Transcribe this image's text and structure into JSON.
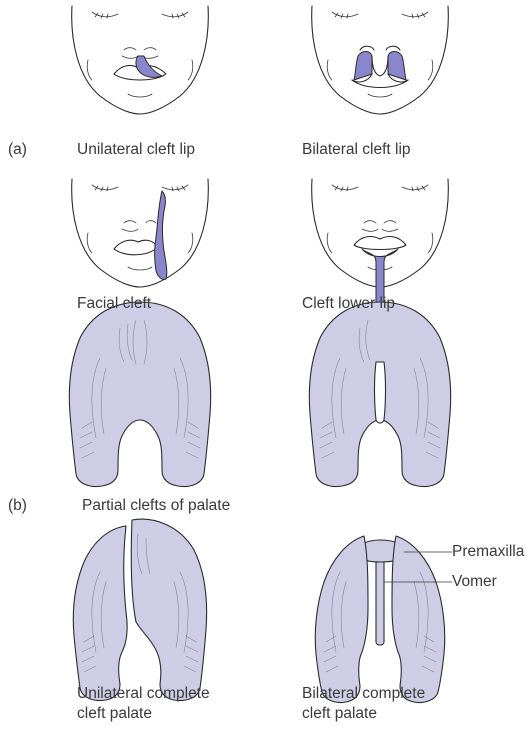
{
  "colors": {
    "cleft_fill": "#8a86cc",
    "palate_fill": "#cfcde6",
    "outline": "#2a2a2a",
    "text": "#3a3a3a"
  },
  "section_labels": {
    "a": "(a)",
    "b": "(b)"
  },
  "captions": {
    "unilateral_lip": "Unilateral cleft lip",
    "bilateral_lip": "Bilateral cleft lip",
    "facial": "Facial cleft",
    "lower_lip": "Cleft lower lip",
    "partial_palate": "Partial clefts of palate",
    "unilateral_palate_line1": "Unilateral complete",
    "unilateral_palate_line2": "cleft palate",
    "bilateral_palate_line1": "Bilateral complete",
    "bilateral_palate_line2": "cleft palate"
  },
  "callouts": {
    "premaxilla": "Premaxilla",
    "vomer": "Vomer"
  }
}
